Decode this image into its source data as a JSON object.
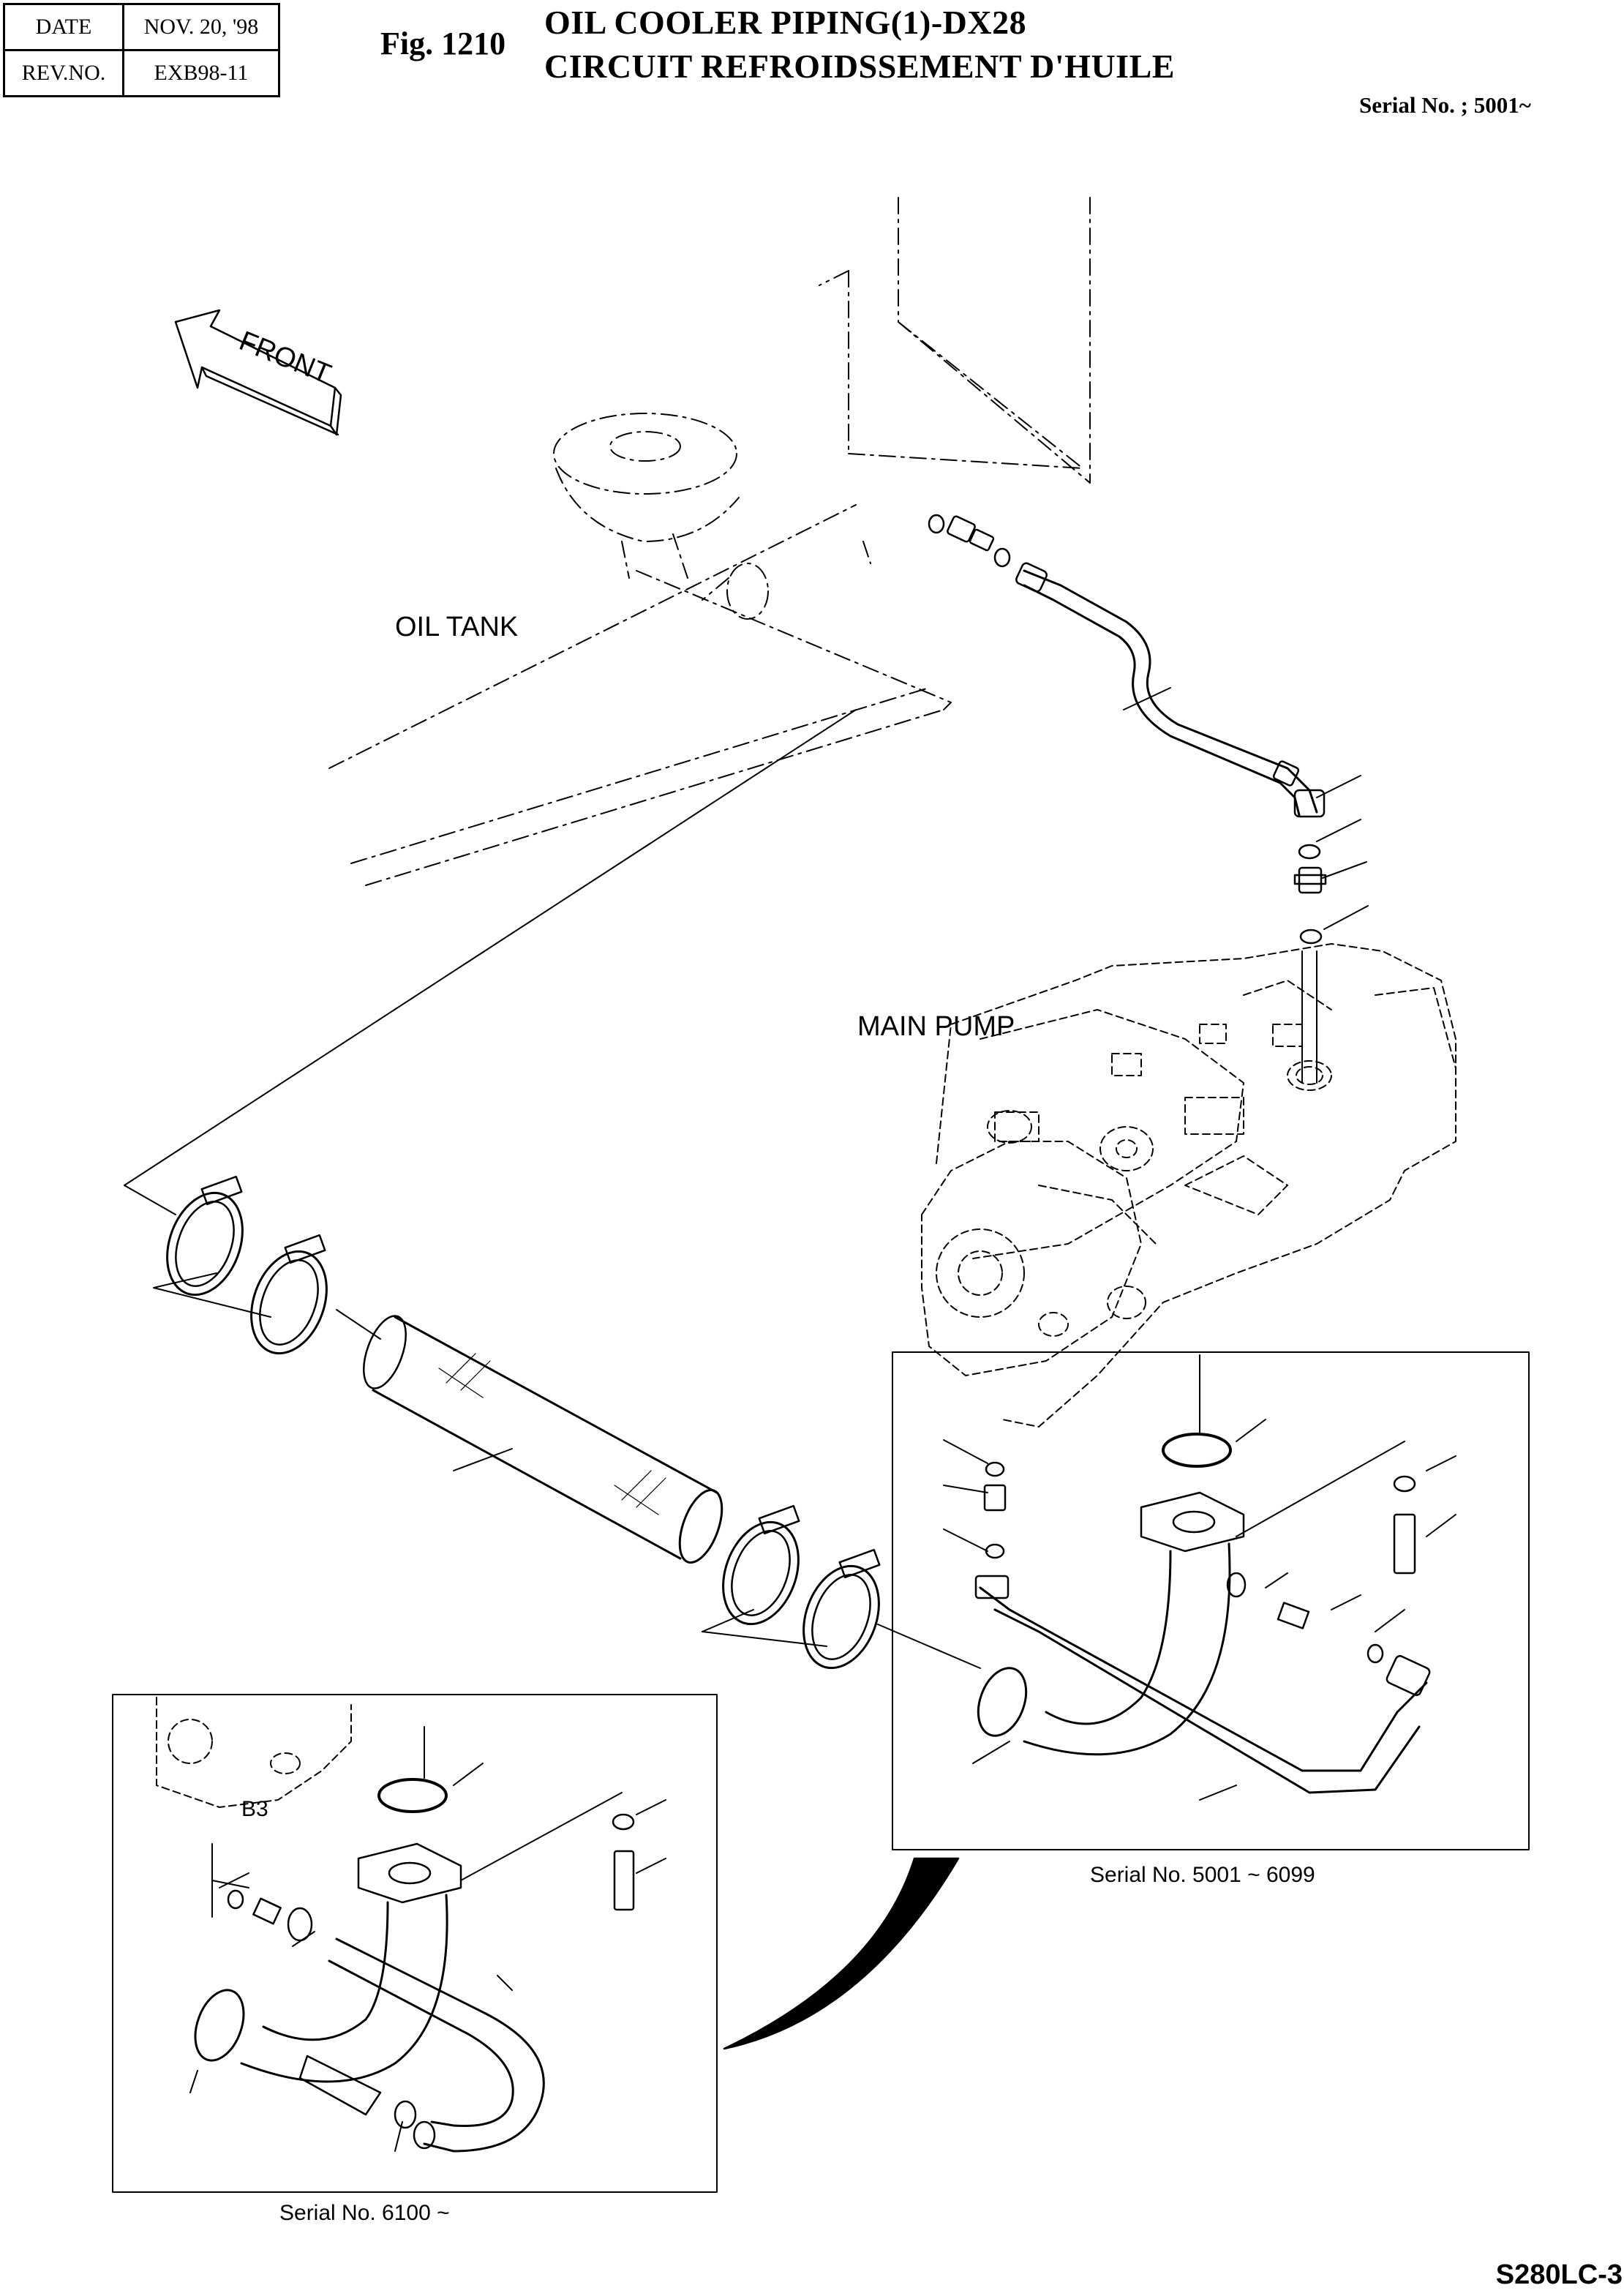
{
  "revision": {
    "date_label": "DATE",
    "date_value": "NOV. 20, '98",
    "rev_label": "REV.NO.",
    "rev_value": "EXB98-11"
  },
  "figure": {
    "number": "Fig. 1210",
    "title_en": "OIL COOLER PIPING(1)-DX28",
    "title_fr": "CIRCUIT REFROIDSSEMENT D'HUILE",
    "serial": "Serial No. ; 5001~"
  },
  "labels": {
    "front": "FRONT",
    "oil_tank": "OIL TANK",
    "main_pump": "MAIN PUMP",
    "b3": "B3",
    "serial_range_1": "Serial No. 5001 ~ 6099",
    "serial_range_2": "Serial No. 6100 ~"
  },
  "page_code": "S280LC-3",
  "colors": {
    "line": "#000000",
    "background": "#ffffff"
  }
}
